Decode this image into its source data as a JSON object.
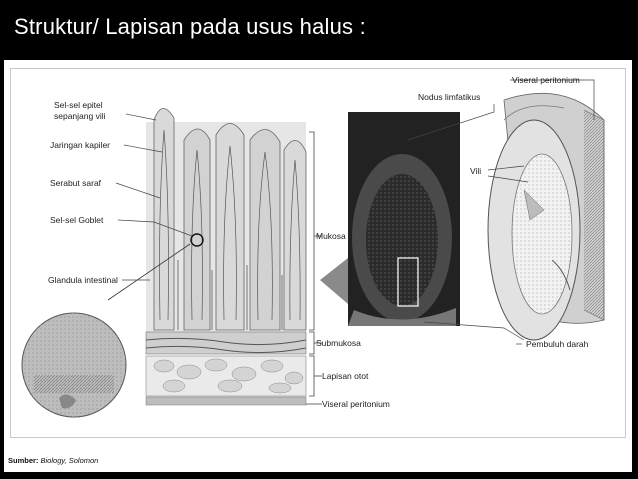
{
  "slide": {
    "title": "Struktur/ Lapisan pada usus halus :",
    "source_label": "Sumber:",
    "source_text": "Biology, Solomon"
  },
  "labels": {
    "sel_epitel_1": "Sel-sel epitel",
    "sel_epitel_2": "sepanjang vili",
    "jaringan_kapiler": "Jaringan kapiler",
    "serabut_saraf": "Serabut saraf",
    "sel_goblet": "Sel-sel Goblet",
    "glandula": "Glandula intestinal",
    "mukosa": "Mukosa",
    "submukosa": "Submukosa",
    "lapisan_otot": "Lapisan otot",
    "viseral_bottom": "Viseral peritonium",
    "nodus": "Nodus limfatikus",
    "viseral_top": "Viseral peritonium",
    "vili": "Vili",
    "pembuluh": "Pembuluh darah"
  }
}
